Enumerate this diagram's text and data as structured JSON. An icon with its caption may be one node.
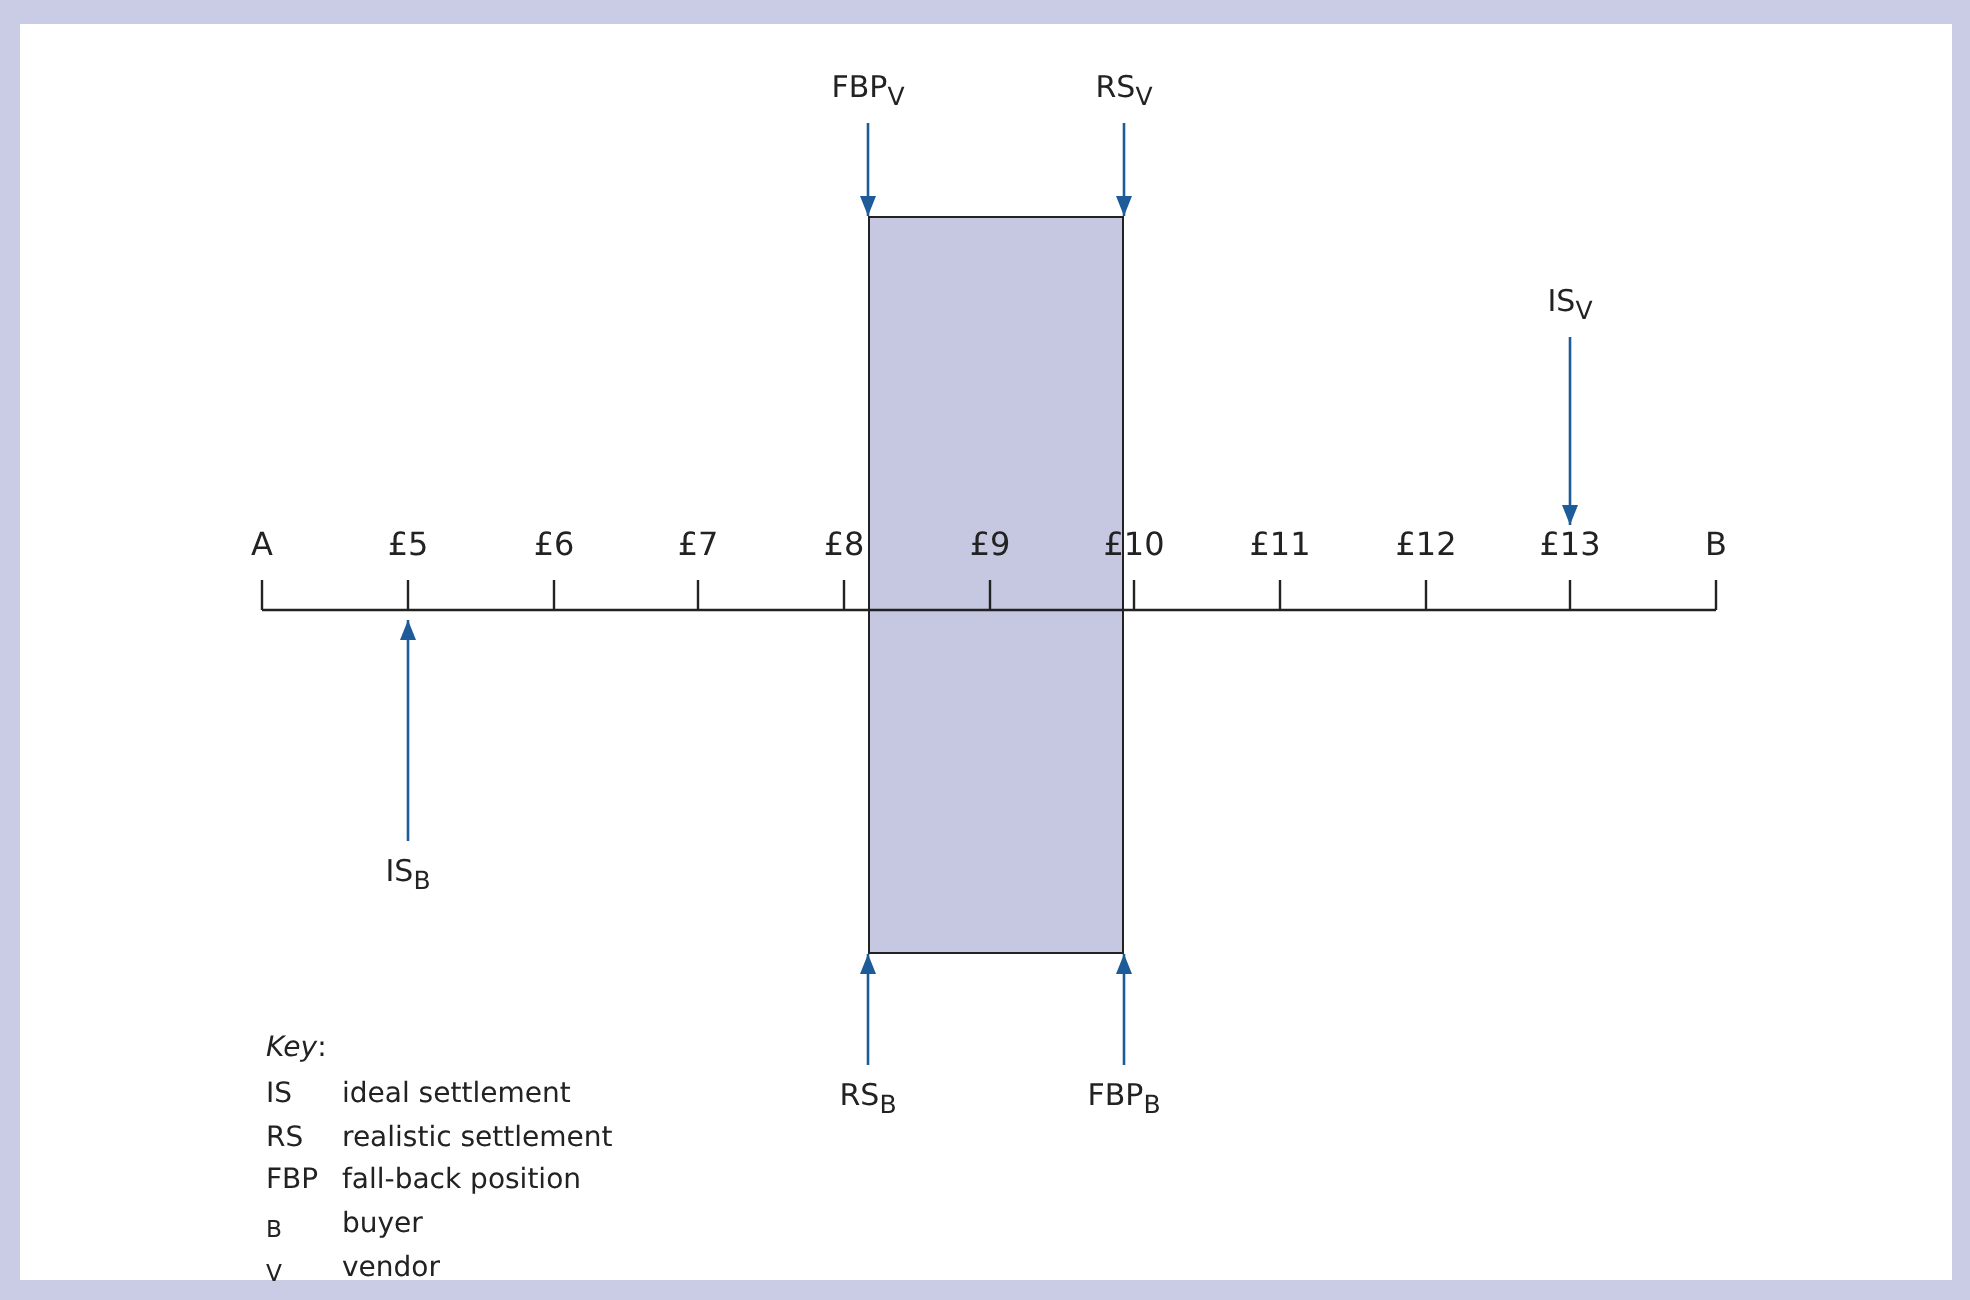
{
  "diagram": {
    "nodes": [
      {
        "text": [
          "FBP$_{V}$"
        ]
      },
      {
        "text": [
          "RS$_{V}$"
        ]
      },
      {
        "text": [],
        "shape": "box"
      },
      {
        "text": [
          "IS$_{V}$"
        ]
      },
      {
        "text": [
          "IS$_{B}$"
        ]
      },
      {
        "text": [
          "RS$_{B}$"
        ]
      },
      {
        "text": [
          "FBP$_{B}$"
        ]
      },
      {
        "text": [
          "£13"
        ]
      }
    ],
    "edges": [
      {
        "from": 0,
        "to": 2,
        "arrow": "to"
      },
      {
        "from": 1,
        "to": 2,
        "arrow": "to"
      },
      {
        "from": 3,
        "to": 7,
        "arrow": "to"
      },
      {
        "from": 4,
        "to": null,
        "arrow": "to"
      },
      {
        "from": 5,
        "to": 2,
        "arrow": "to"
      },
      {
        "from": 6,
        "to": 2,
        "arrow": "to"
      }
    ],
    "labels": [
      "A",
      "£5",
      "£6",
      "£7",
      "£8",
      "£9",
      "£10",
      "£11",
      "£12",
      "B",
      "*Key*:",
      "IS",
      "ideal settlement",
      "RS",
      "realistic settlement",
      "FBP",
      "fall-back position",
      "$_{B}$",
      "buyer",
      "$_{V}$",
      "vendor"
    ]
  }
}
